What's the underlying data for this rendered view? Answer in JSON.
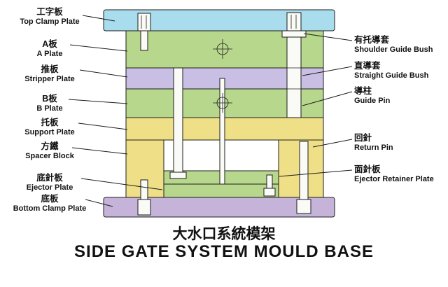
{
  "title": {
    "chinese": "大水口系統模架",
    "english": "SIDE GATE SYSTEM MOULD BASE"
  },
  "labels_left": [
    {
      "zh": "工字板",
      "en": "Top Clamp Plate"
    },
    {
      "zh": "A板",
      "en": "A Plate"
    },
    {
      "zh": "推板",
      "en": "Stripper Plate"
    },
    {
      "zh": "B板",
      "en": "B Plate"
    },
    {
      "zh": "托板",
      "en": "Support Plate"
    },
    {
      "zh": "方鐵",
      "en": "Spacer Block"
    },
    {
      "zh": "底針板",
      "en": "Ejector Plate"
    },
    {
      "zh": "底板",
      "en": "Bottom Clamp Plate"
    }
  ],
  "labels_right": [
    {
      "zh": "有托導套",
      "en": "Shoulder Guide Bush"
    },
    {
      "zh": "直導套",
      "en": "Straight Guide Bush"
    },
    {
      "zh": "導柱",
      "en": "Guide Pin"
    },
    {
      "zh": "回針",
      "en": "Return Pin"
    },
    {
      "zh": "面針板",
      "en": "Ejector Retainer Plate"
    }
  ],
  "colors": {
    "top_clamp_plate": "#a9dced",
    "green_plate": "#b7d78d",
    "stripper_plate": "#c9bfe5",
    "support_plate": "#efdf87",
    "spacer_block": "#efdf87",
    "bottom_clamp_plate": "#c5b3da",
    "pin": "#fafaf6",
    "outline": "#1c1c1c"
  }
}
